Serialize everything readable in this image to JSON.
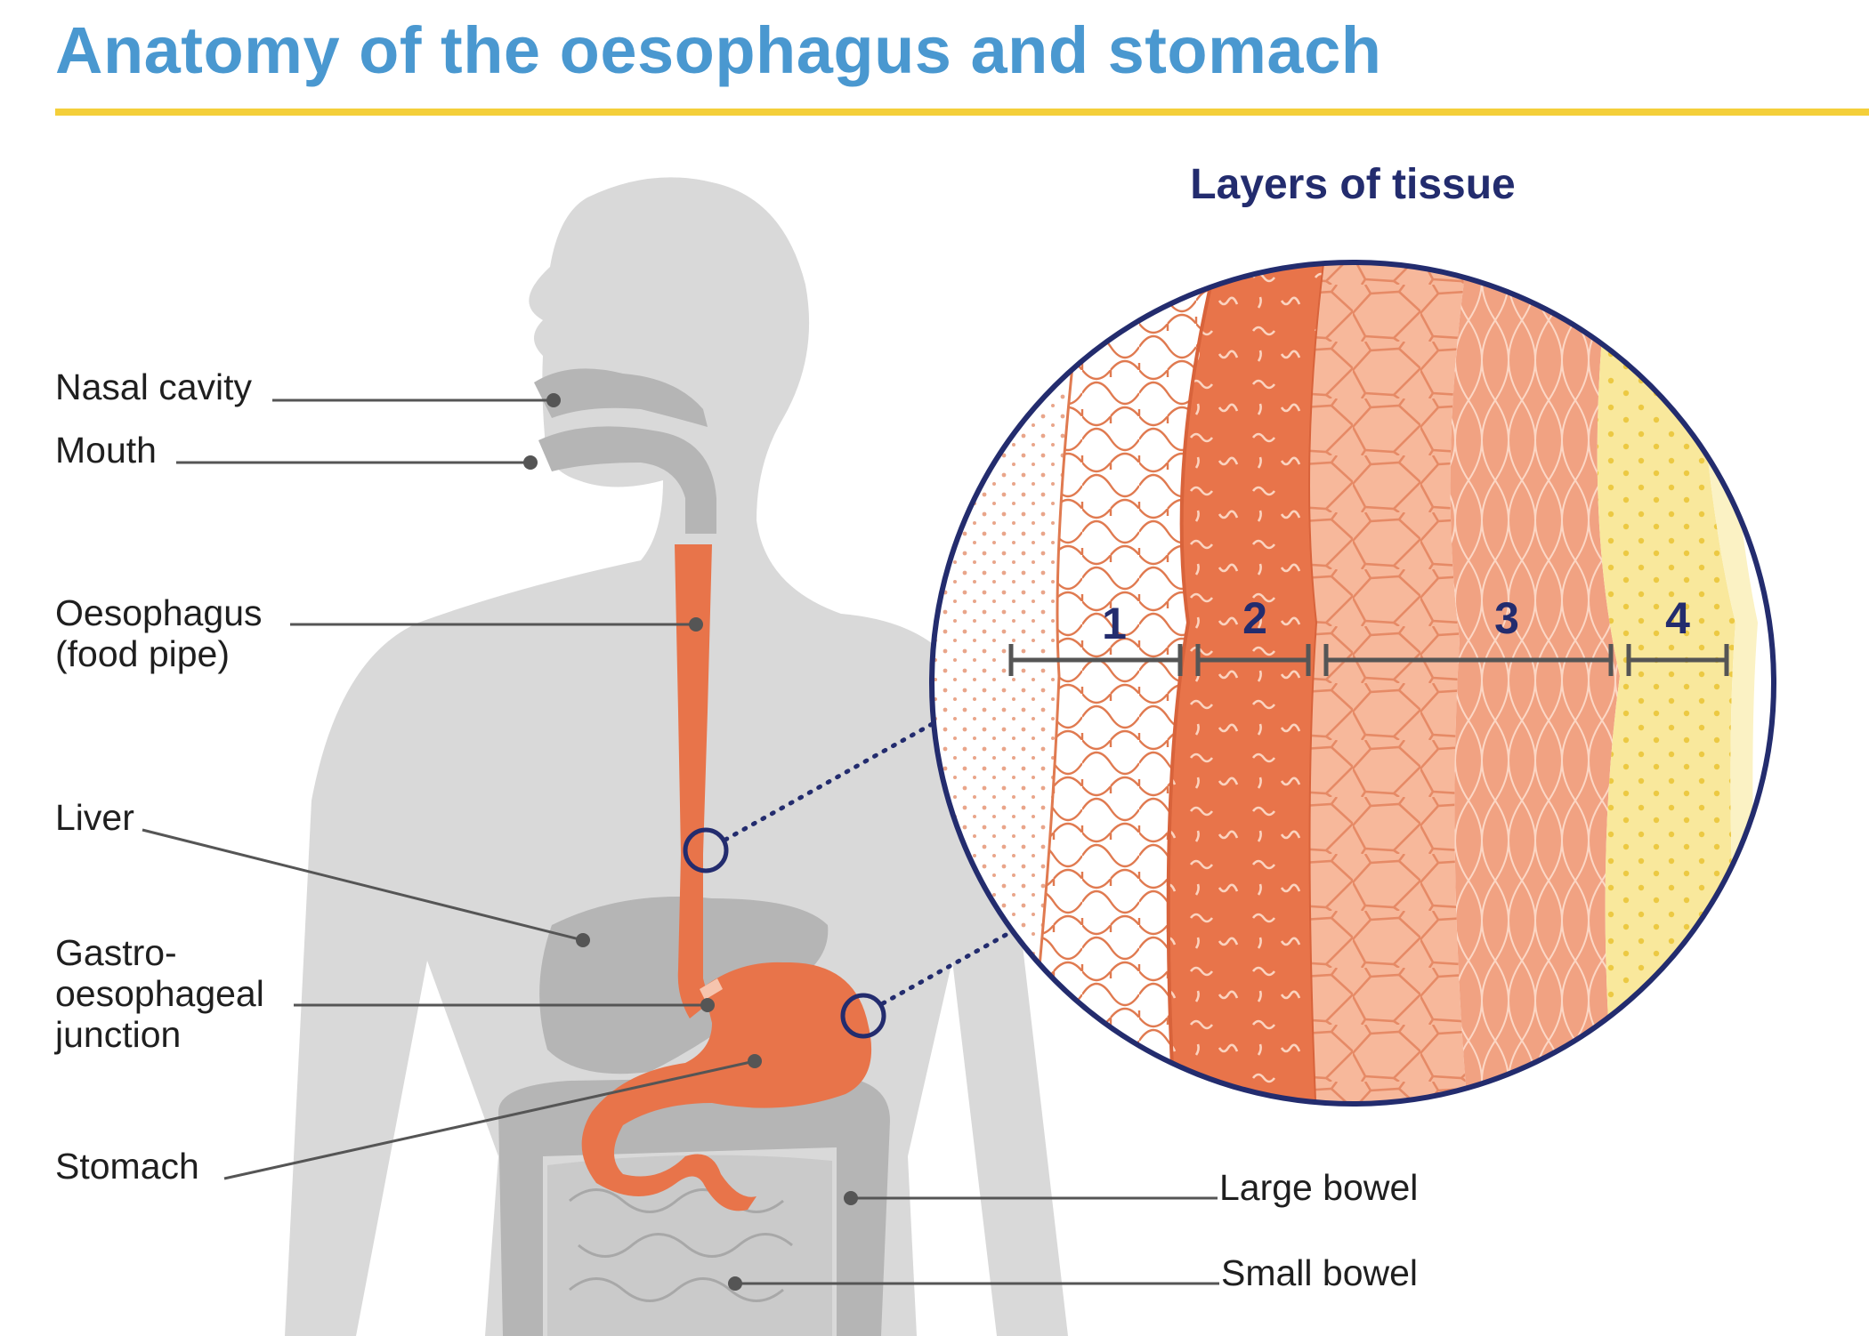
{
  "title": "Anatomy of the oesophagus and stomach",
  "inset": {
    "title": "Layers of tissue",
    "layers": [
      {
        "number": "1"
      },
      {
        "number": "2"
      },
      {
        "number": "3"
      },
      {
        "number": "4"
      }
    ]
  },
  "labels": {
    "nasal_cavity": "Nasal cavity",
    "mouth": "Mouth",
    "oesophagus": "Oesophagus\n(food pipe)",
    "liver": "Liver",
    "gastro_oesophageal_junction": "Gastro-\noesophageal\njunction",
    "stomach": "Stomach",
    "large_bowel": "Large bowel",
    "small_bowel": "Small bowel"
  },
  "colors": {
    "title": "#4a98d0",
    "title_rule": "#f4cf3a",
    "body": "#d9d9d9",
    "organ_grey": "#b5b5b5",
    "digestive_tract": "#e8744a",
    "inset_outline": "#232c6e",
    "layer_1": "#fde8dc",
    "layer_2": "#e8744a",
    "layer_3": "#f4a888",
    "layer_4": "#f9e79a"
  }
}
